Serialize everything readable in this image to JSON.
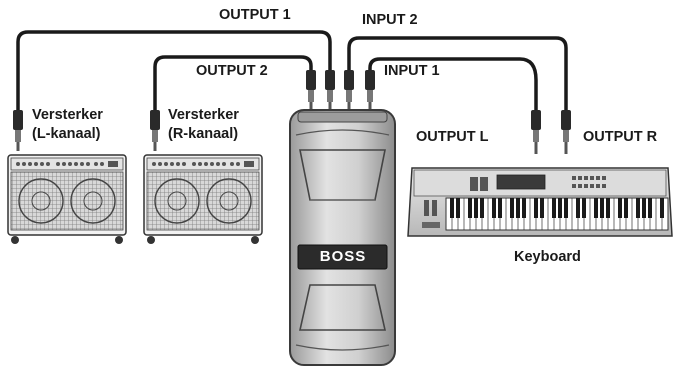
{
  "labels": {
    "output1": "OUTPUT 1",
    "output2": "OUTPUT 2",
    "input2": "INPUT 2",
    "input1": "INPUT 1",
    "amp_left_line1": "Versterker",
    "amp_left_line2": "(L-kanaal)",
    "amp_right_line1": "Versterker",
    "amp_right_line2": "(R-kanaal)",
    "output_l": "OUTPUT L",
    "output_r": "OUTPUT R",
    "keyboard": "Keyboard"
  },
  "pedal": {
    "logo": "BOSS"
  },
  "colors": {
    "cable": "#1a1a1a",
    "device_body": "#cfcfcf",
    "text": "#1a1a1a"
  }
}
